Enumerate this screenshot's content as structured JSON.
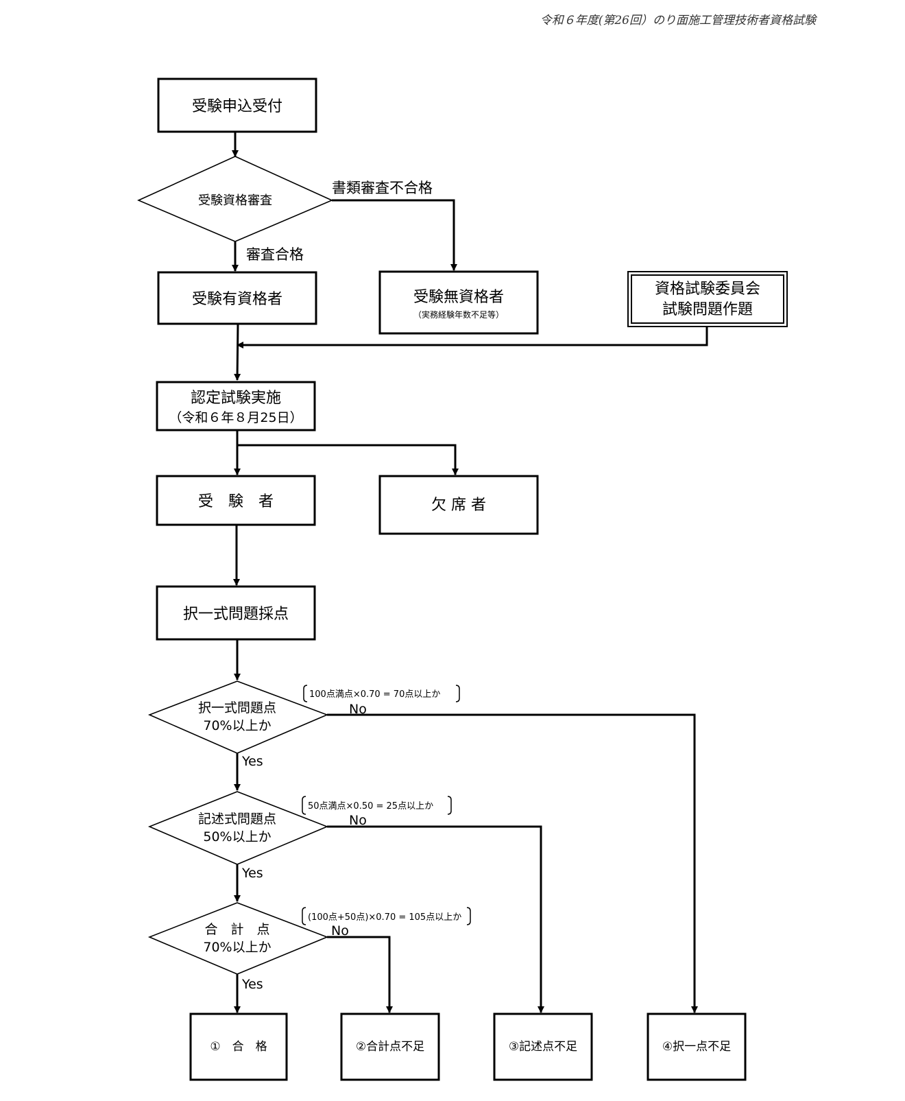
{
  "header": "令和６年度(第26回）のり面施工管理技術者資格試験",
  "nodes": {
    "application": "受験申込受付",
    "eligibility_check": "受験資格審査",
    "eligible": "受験有資格者",
    "ineligible": "受験無資格者",
    "ineligible_note": "（実務経験年数不足等）",
    "committee_line1": "資格試験委員会",
    "committee_line2": "試験問題作題",
    "exam_line1": "認定試験実施",
    "exam_line2": "（令和６年８月25日）",
    "examinees": "受　験　者",
    "absentees": "欠 席 者",
    "mc_scoring": "択一式問題採点",
    "d1_line1": "択一式問題点",
    "d1_line2": "70%以上か",
    "d2_line1": "記述式問題点",
    "d2_line2": "50%以上か",
    "d3_line1": "合　計　点",
    "d3_line2": "70%以上か"
  },
  "edges": {
    "doc_fail": "書類審査不合格",
    "review_pass": "審査合格",
    "yes1": "Yes",
    "yes2": "Yes",
    "yes3": "Yes",
    "no1": "No",
    "no2": "No",
    "no3": "No"
  },
  "conditions": {
    "c1": "100点満点×0.70 = 70点以上か",
    "c2": "50点満点×0.50 = 25点以上か",
    "c3": "(100点+50点)×0.70 = 105点以上か"
  },
  "outcomes": [
    {
      "label": "①　合　格",
      "color": "#f9c9ec"
    },
    {
      "label": "②合計点不足",
      "color": "#fdf9c4"
    },
    {
      "label": "③記述点不足",
      "color": "#7ef26f"
    },
    {
      "label": "④択一点不足",
      "color": "#86f7f4"
    }
  ]
}
